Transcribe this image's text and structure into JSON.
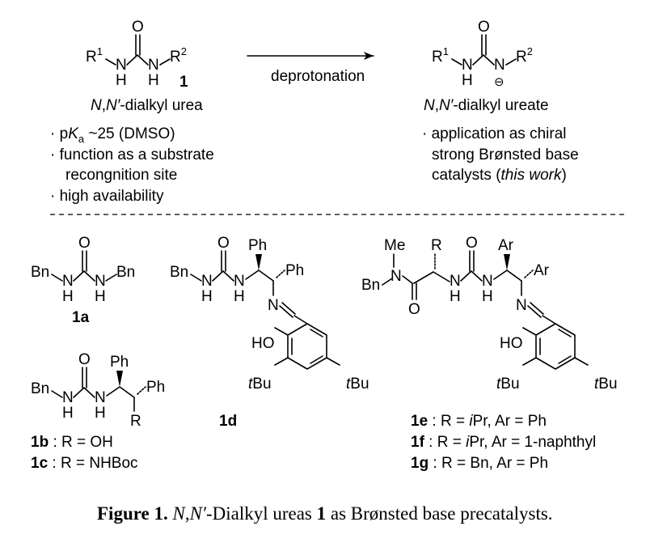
{
  "top": {
    "urea_label": "N,N′-dialkyl urea",
    "urea_number": "1",
    "ureate_label": "N,N′-dialkyl ureate",
    "arrow_label": "deprotonation",
    "urea_bullets": [
      "pKa ~25 (DMSO)",
      "function as a substrate",
      "recongnition site",
      "high availability"
    ],
    "ureate_bullets": [
      "application as chiral",
      "strong Brønsted base",
      "catalysts (this work)"
    ]
  },
  "compounds": {
    "1a": "1a",
    "1b": "1b",
    "1b_def": "R = OH",
    "1c": "1c",
    "1c_def": "R = NHBoc",
    "1d": "1d",
    "1e": "1e",
    "1e_def": "R = iPr, Ar = Ph",
    "1f": "1f",
    "1f_def": "R = iPr, Ar = 1-naphthyl",
    "1g": "1g",
    "1g_def": "R = Bn, Ar = Ph"
  },
  "atoms": {
    "O": "O",
    "N": "N",
    "H": "H",
    "R": "R",
    "R1": "R",
    "R2": "R",
    "sup1": "1",
    "sup2": "2",
    "minus": "⊖",
    "Bn": "Bn",
    "Ph": "Ph",
    "Ar": "Ar",
    "Me": "Me",
    "HO": "HO",
    "tBu": "tBu"
  },
  "caption": {
    "figure": "Figure 1.",
    "text": "N,N′-Dialkyl ureas 1 as Brønsted base precatalysts."
  }
}
